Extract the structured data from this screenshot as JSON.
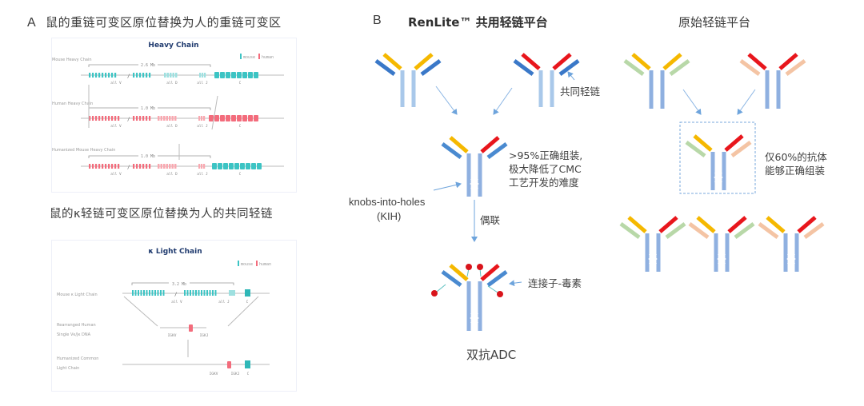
{
  "panel_a": {
    "letter": "A",
    "title": "鼠的重链可变区原位替换为人的重链可变区",
    "heavy_chain": {
      "heading": "Heavy Chain",
      "legend": {
        "mouse": "mouse",
        "human": "human"
      },
      "rows": [
        {
          "label": "Mouse Heavy Chain",
          "size": "2.6 Mb",
          "v": "all V",
          "d": "all D",
          "j": "all J",
          "c": "C"
        },
        {
          "label": "Human Heavy Chain",
          "size": "1.0 Mb",
          "v": "all V",
          "d": "all D",
          "j": "all J",
          "c": "C"
        },
        {
          "label": "Humanized Mouse Heavy Chain",
          "size": "1.0 Mb",
          "v": "all V",
          "d": "all D",
          "j": "all J",
          "c": "C"
        }
      ]
    },
    "light_title": "鼠的κ轻链可变区原位替换为人的共同轻链",
    "light_chain": {
      "heading": "κ Light Chain",
      "legend": {
        "mouse": "mouse",
        "human": "human"
      },
      "mouse_label": "Mouse κ Light Chain",
      "size": "3.2 Mb",
      "v": "all V",
      "j": "all J",
      "c": "C",
      "rearranged_label_1": "Rearranged Human",
      "rearranged_label_2": "Single Vκ/Jκ DNA",
      "igkv": "IGKV",
      "igkj": "IGKJ",
      "humanized_label_1": "Humanized Common",
      "humanized_label_2": "Light Chain"
    }
  },
  "panel_b": {
    "letter": "B",
    "title": "RenLite™ 共用轻链平台",
    "common_light_chain_label": "共同轻链",
    "assembly_note_1": ">95%正确组装,",
    "assembly_note_2": "极大降低了CMC",
    "assembly_note_3": "工艺开发的难度",
    "kih_label_1": "knobs-into-holes",
    "kih_label_2": "(KIH)",
    "conjugation_label": "偶联",
    "linker_toxin_label": "连接子-毒素",
    "adc_caption": "双抗ADC"
  },
  "panel_c": {
    "title": "原始轻链平台",
    "note_1": "仅60%的抗体",
    "note_2": "能够正确组装"
  },
  "colors": {
    "heavy_chain": "#8fb0e0",
    "heavy_chain_light": "#a9c8ea",
    "yellow_chain": "#f5b800",
    "red_chain": "#e8161c",
    "blue_light_chain": "#3a78c8",
    "green_light_chain": "#b8d8a8",
    "peach_light_chain": "#f4c4a4",
    "mouse_teal": "#3cc4c4",
    "human_pink": "#f36c7c",
    "toxin": "#d9141b",
    "arrow": "#6ea4dc"
  }
}
